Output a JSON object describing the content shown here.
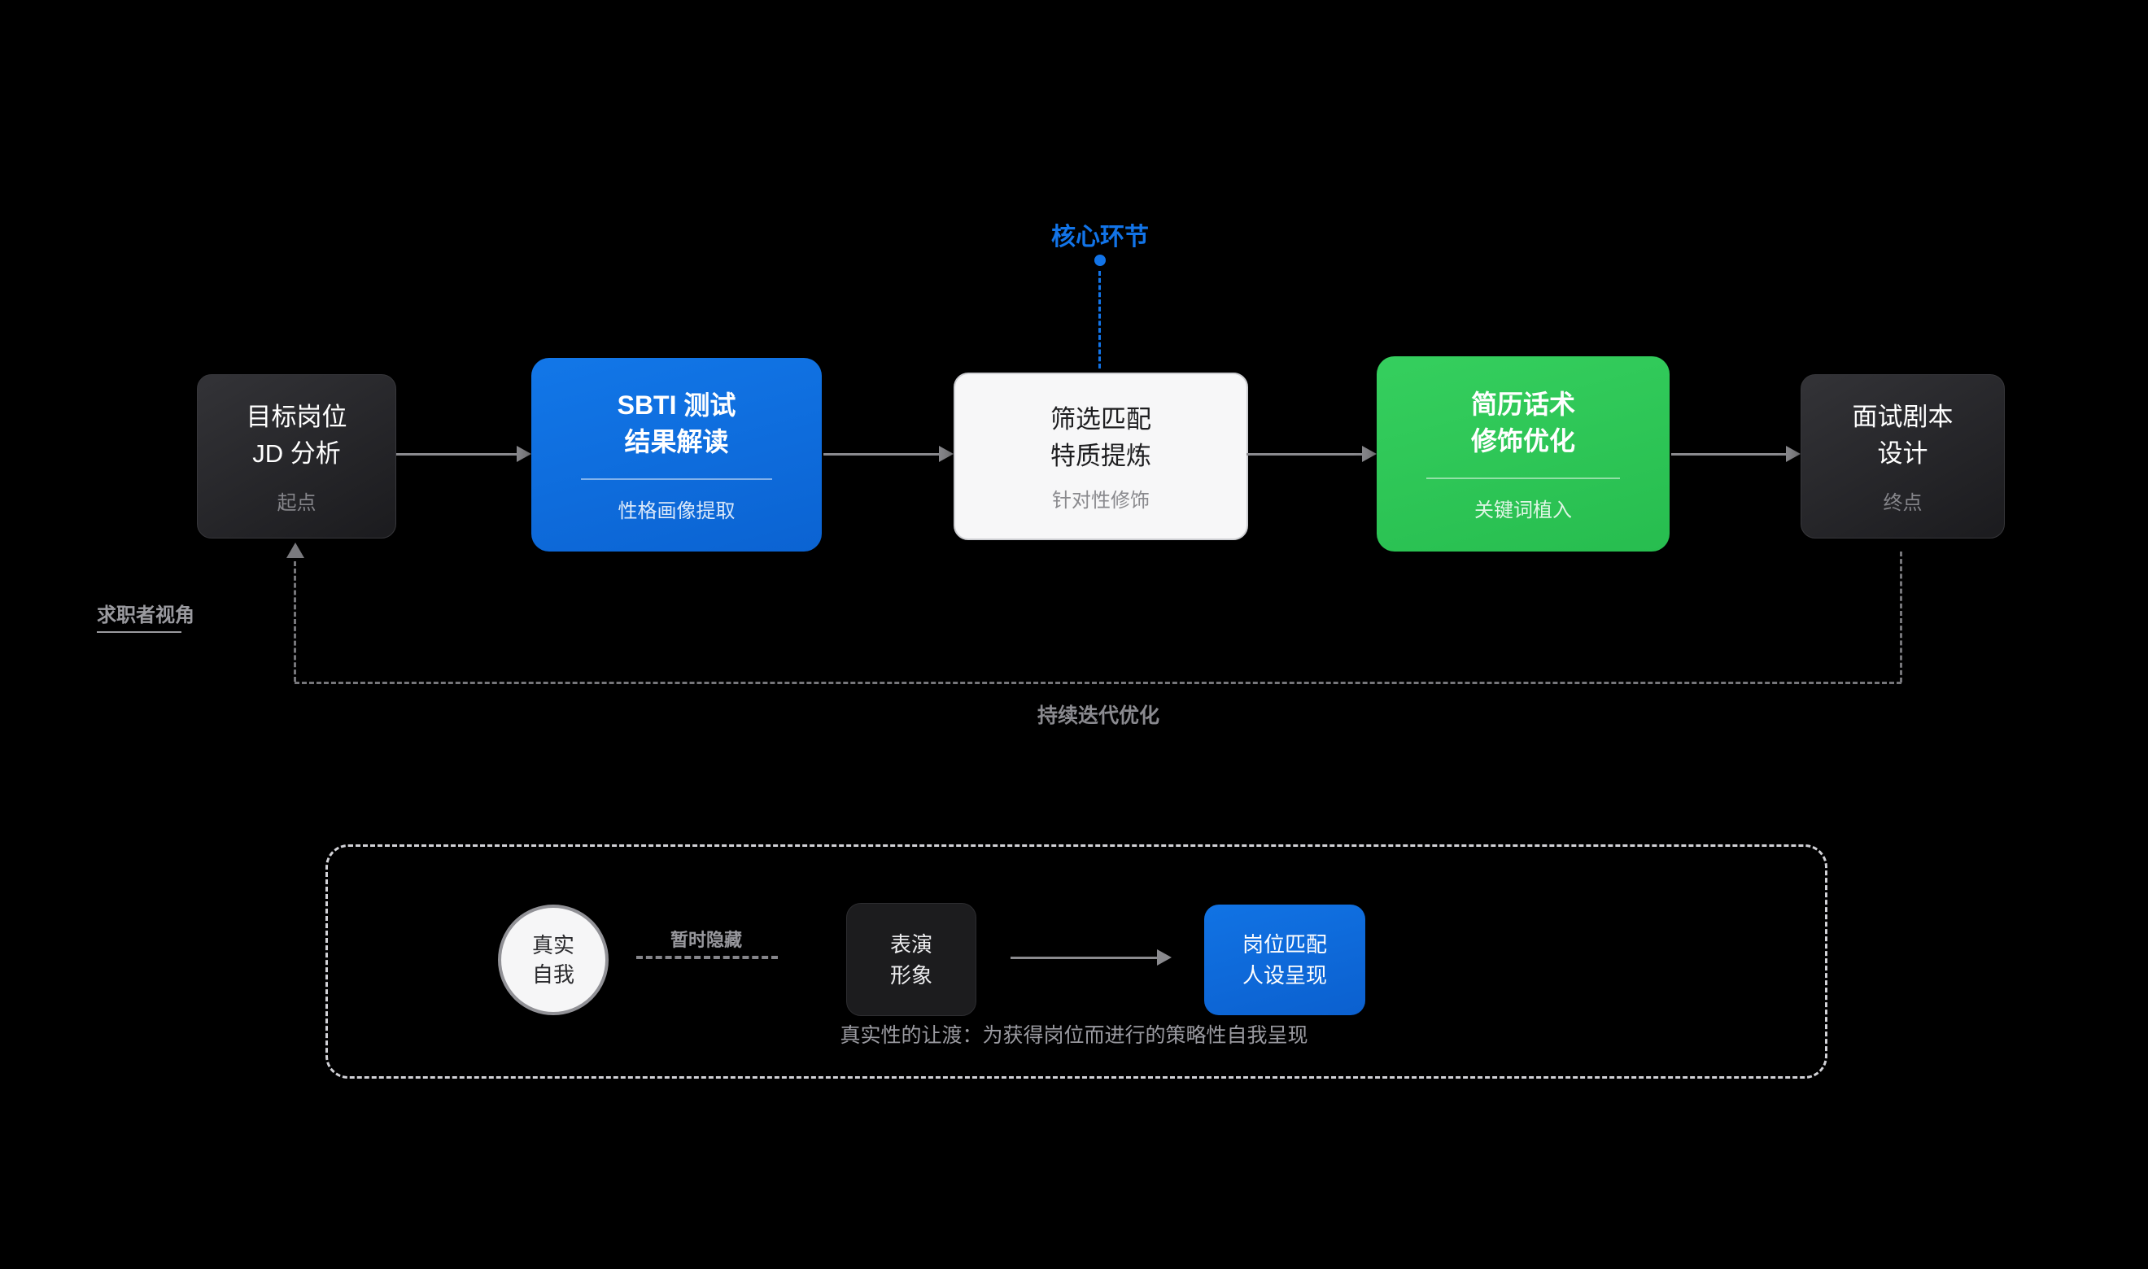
{
  "colors": {
    "background": "#000000",
    "accent_blue": "#1274e8",
    "accent_green": "#2ecb57",
    "arrow_gray": "#8a8a8e",
    "muted_text": "#98989d",
    "panel_dash": "#d2d2d7"
  },
  "core_callout": {
    "label": "核心环节"
  },
  "perspective": {
    "label": "求职者视角"
  },
  "flow": {
    "steps": [
      {
        "title_line1": "目标岗位",
        "title_line2": "JD 分析",
        "subtitle": "起点",
        "variant": "dark"
      },
      {
        "title_line1": "SBTI 测试",
        "title_line2": "结果解读",
        "subtitle": "性格画像提取",
        "variant": "blue"
      },
      {
        "title_line1": "筛选匹配",
        "title_line2": "特质提炼",
        "subtitle": "针对性修饰",
        "variant": "light"
      },
      {
        "title_line1": "简历话术",
        "title_line2": "修饰优化",
        "subtitle": "关键词植入",
        "variant": "green"
      },
      {
        "title_line1": "面试剧本",
        "title_line2": "设计",
        "subtitle": "终点",
        "variant": "dark"
      }
    ],
    "loop_label": "持续迭代优化"
  },
  "bottom_panel": {
    "true_self": {
      "line1": "真实",
      "line2": "自我"
    },
    "hidden_label": "暂时隐藏",
    "stage_persona": {
      "line1": "表演",
      "line2": "形象"
    },
    "matched_persona": {
      "line1": "岗位匹配",
      "line2": "人设呈现"
    },
    "caption": "真实性的让渡：为获得岗位而进行的策略性自我呈现"
  }
}
